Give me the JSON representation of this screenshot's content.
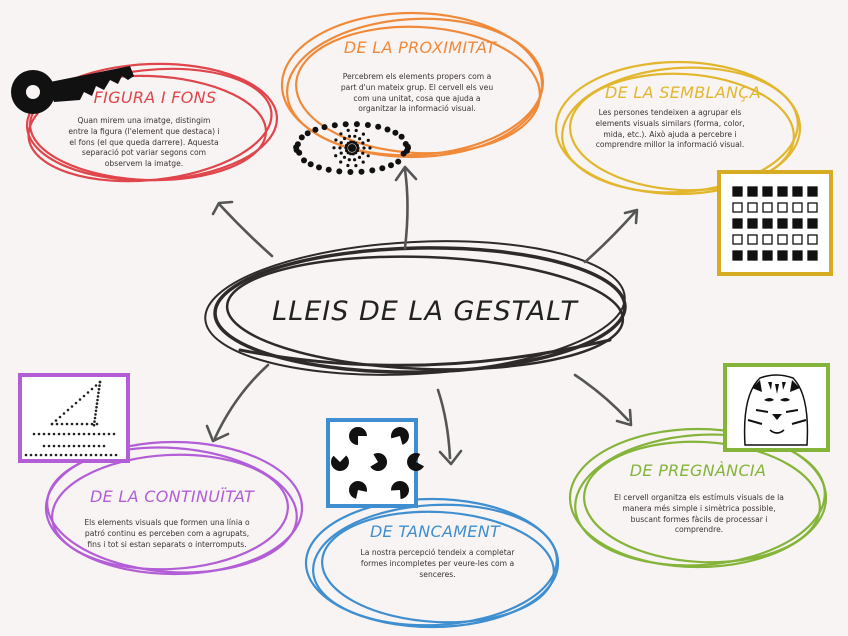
{
  "central": {
    "title": "LLEIS DE LA GESTALT"
  },
  "colors": {
    "figura": "#e0454b",
    "proximitat": "#f08a3a",
    "semblanca": "#e2b72e",
    "continuitat": "#b35ed6",
    "tancament": "#3f8fd0",
    "pregnancia": "#85b43a",
    "ink": "#2e2a2a"
  },
  "nodes": {
    "figura": {
      "title": "FIGURA I FONS",
      "body": "Quan mirem una imatge, distingim entre la figura (l'element que destaca) i el fons (el que queda darrere). Aquesta separació pot variar segons com observem la imatge.",
      "icon": "key-icon"
    },
    "proximitat": {
      "title": "DE LA PROXIMITAT",
      "body": "Percebrem els elements propers com a part d'un mateix grup. El cervell els veu com una unitat, cosa que ajuda a organitzar la informació visual.",
      "icon": "dotted-eye-icon"
    },
    "semblanca": {
      "title": "DE LA SEMBLANÇA",
      "body": "Les persones tendeixen a agrupar els elements visuals similars (forma, color, mida, etc.). Això ajuda a percebre i comprendre millor la informació visual.",
      "icon": "square-grid-icon"
    },
    "continuitat": {
      "title": "DE LA CONTINUÏTAT",
      "body": "Els elements visuals que formen una línia o patró continu es perceben com a agrupats, fins i tot si estan separats o interromputs.",
      "icon": "dotted-sailboat-icon"
    },
    "tancament": {
      "title": "DE TANCAMENT",
      "body": "La nostra percepció tendeix a completar formes incompletes per veure-les com a senceres.",
      "icon": "illusory-shape-icon"
    },
    "pregnancia": {
      "title": "DE PREGNÀNCIA",
      "body": "El cervell organitza els estímuls visuals de la manera més simple i simètrica possible, buscant formes fàcils de processar i comprendre.",
      "icon": "tiger-icon"
    }
  }
}
